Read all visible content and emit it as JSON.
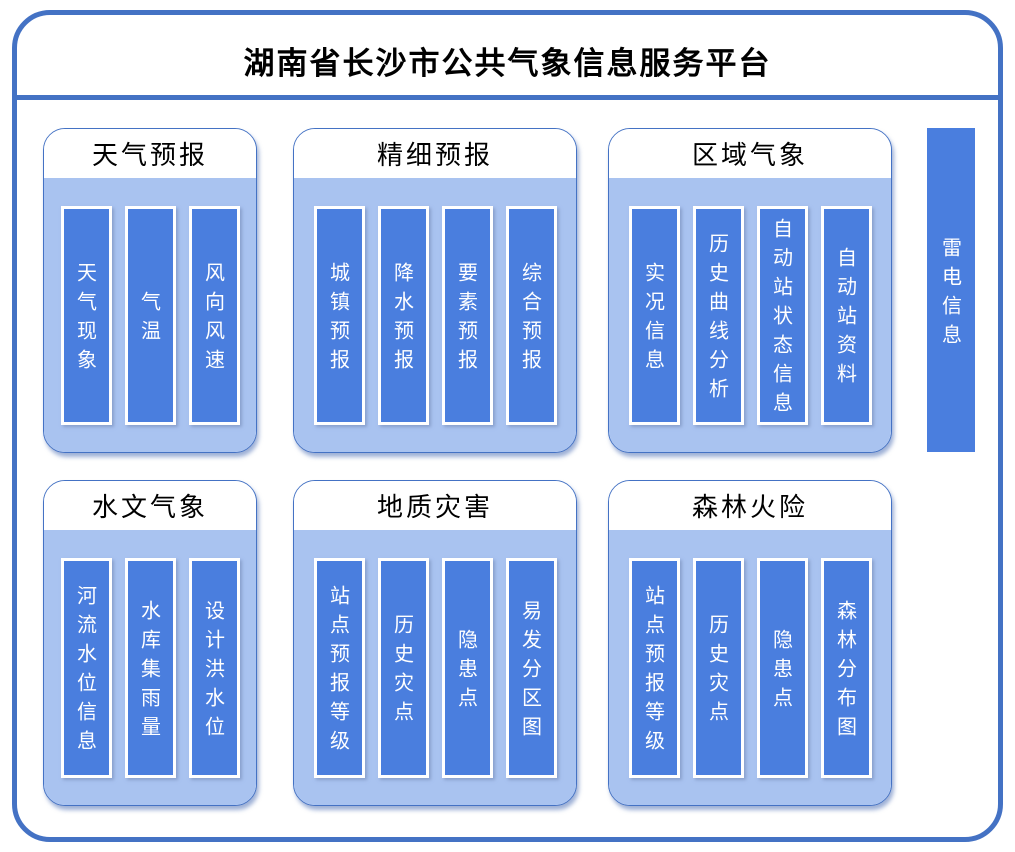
{
  "title": "湖南省长沙市公共气象信息服务平台",
  "colors": {
    "frame_border": "#4472C4",
    "panel_body": "#A9C3F0",
    "bar_fill": "#4A7EDE",
    "bar_text": "#FFFFFF",
    "title_text": "#000000"
  },
  "panels": [
    {
      "header": "天气预报",
      "items": [
        "天气现象",
        "气温",
        "风向风速"
      ]
    },
    {
      "header": "精细预报",
      "items": [
        "城镇预报",
        "降水预报",
        "要素预报",
        "综合预报"
      ]
    },
    {
      "header": "区域气象",
      "items": [
        "实况信息",
        "历史曲线分析",
        "自动站状态信息",
        "自动站资料"
      ]
    },
    {
      "header": "水文气象",
      "items": [
        "河流水位信息",
        "水库集雨量",
        "设计洪水位"
      ]
    },
    {
      "header": "地质灾害",
      "items": [
        "站点预报等级",
        "历史灾点",
        "隐患点",
        "易发分区图"
      ]
    },
    {
      "header": "森林火险",
      "items": [
        "站点预报等级",
        "历史灾点",
        "隐患点",
        "森林分布图"
      ]
    }
  ],
  "side_item": {
    "label": "雷电信息"
  }
}
